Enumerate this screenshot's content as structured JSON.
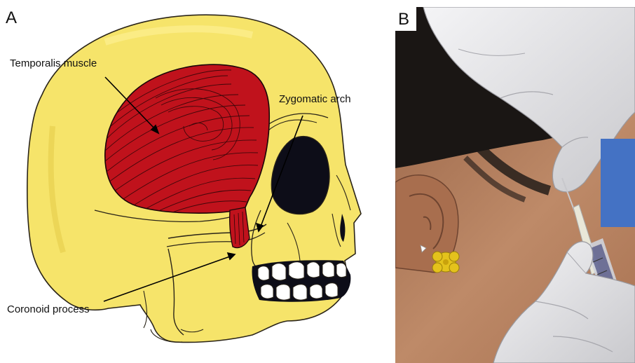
{
  "panel_a": {
    "letter": "A",
    "labels": {
      "temporalis": "Temporalis muscle",
      "zygomatic": "Zygomatic arch",
      "coronoid": "Coronoid process"
    }
  },
  "panel_b": {
    "letter": "B"
  },
  "colors": {
    "bone": "#f6e46a",
    "muscle": "#c0121c",
    "orbit": "#0d0d18",
    "glove": "#e8e8ea",
    "skin": "#b57e5c",
    "hair": "#1a1614",
    "blue_box": "#4472c4",
    "earring": "#e4c21c"
  }
}
